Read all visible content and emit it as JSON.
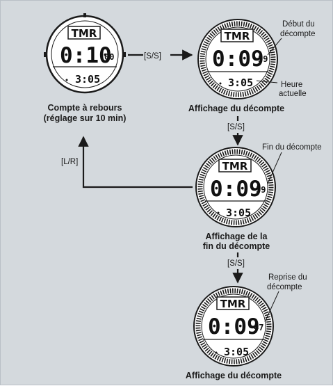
{
  "watches": {
    "w1": {
      "tmr": "TMR",
      "main": "0:10",
      "sec": "00",
      "sub": "3:05",
      "caption1": "Compte à rebours",
      "caption2": "(réglage sur 10 min)"
    },
    "w2": {
      "tmr": "TMR",
      "main": "0:09",
      "sec": "59",
      "sub": "3:05",
      "caption1": "Affichage du décompte"
    },
    "w3": {
      "tmr": "TMR",
      "main": "0:09",
      "sec": "59",
      "sub": "3:05",
      "caption1": "Affichage de la",
      "caption2": "fin du décompte"
    },
    "w4": {
      "tmr": "TMR",
      "main": "0:09",
      "sec": "47",
      "sub": "3:05",
      "caption1": "Affichage du décompte"
    }
  },
  "buttons": {
    "ss1": "[S/S]",
    "ss2": "[S/S]",
    "ss3": "[S/S]",
    "lr": "[L/R]"
  },
  "annotations": {
    "debut1": "Début du",
    "debut2": "décompte",
    "heure1": "Heure",
    "heure2": "actuelle",
    "fin": "Fin du décompte",
    "reprise1": "Reprise du",
    "reprise2": "décompte"
  },
  "colors": {
    "background": "#d4d9dd",
    "ink": "#1a1a1a",
    "face": "#ffffff"
  }
}
